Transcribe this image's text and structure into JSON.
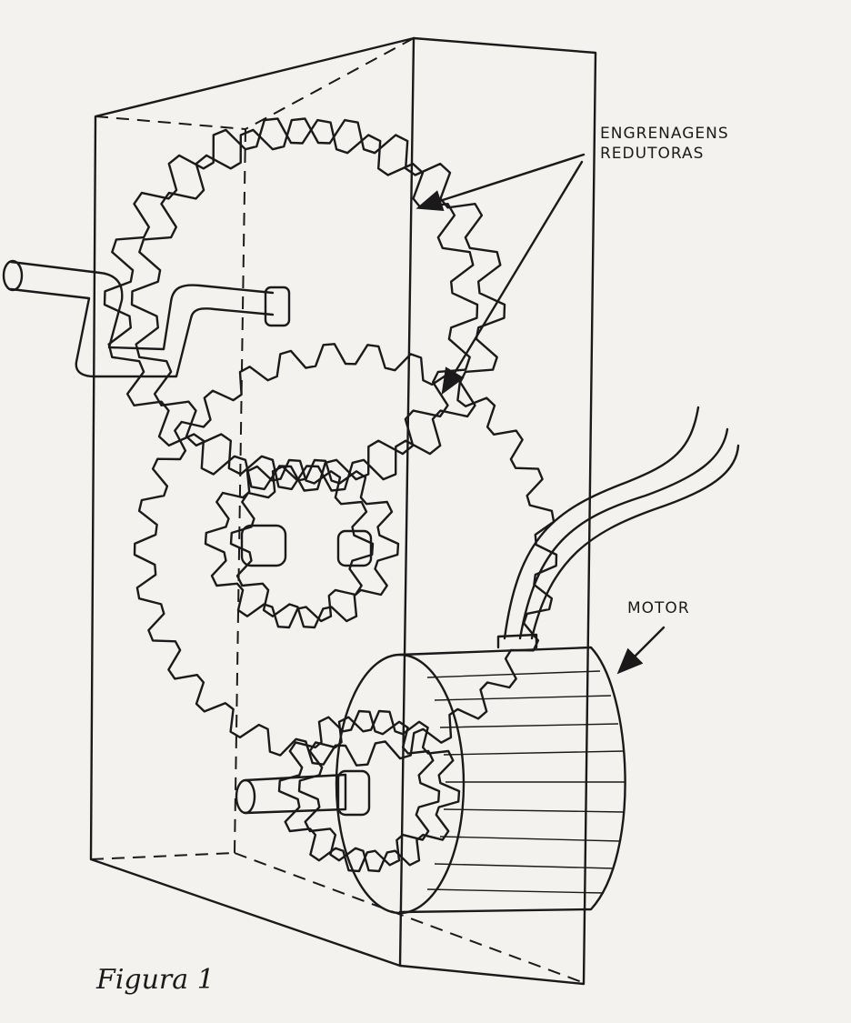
{
  "labels": {
    "gears": [
      "ENGRENAGENS",
      "REDUTORAS"
    ],
    "motor": "MOTOR"
  },
  "caption": "Figura 1",
  "colors": {
    "ink": "#1a1a1a",
    "paper": "#f4f2ee"
  }
}
